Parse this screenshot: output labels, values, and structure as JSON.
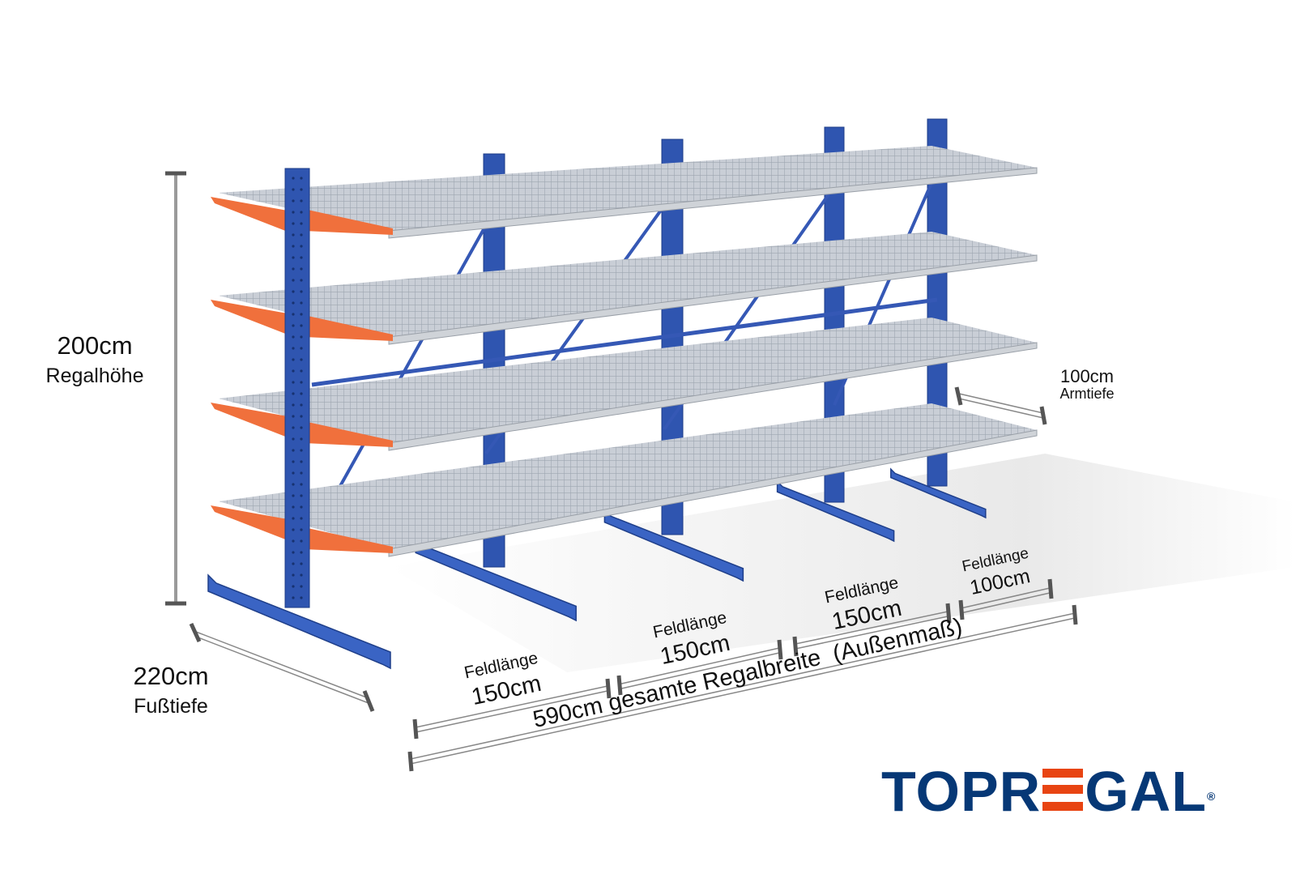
{
  "dimensions": {
    "height": {
      "value": "200cm",
      "label": "Regalhöhe"
    },
    "foot_depth": {
      "value": "220cm",
      "label": "Fußtiefe"
    },
    "arm_depth": {
      "value": "100cm",
      "label": "Armtiefe"
    },
    "bays": [
      {
        "label": "Feldlänge",
        "value": "150cm"
      },
      {
        "label": "Feldlänge",
        "value": "150cm"
      },
      {
        "label": "Feldlänge",
        "value": "150cm"
      },
      {
        "label": "Feldlänge",
        "value": "100cm"
      }
    ],
    "total_width": "590cm gesamte Regalbreite  (Außenmaß)"
  },
  "logo": {
    "before": "TOPR",
    "after": "GAL",
    "mark": "®"
  },
  "colors": {
    "upright": "#2f55b0",
    "arm": "#f0703c",
    "shelf": "#b9c0c9",
    "logo_blue": "#063876",
    "logo_red": "#e84412"
  }
}
